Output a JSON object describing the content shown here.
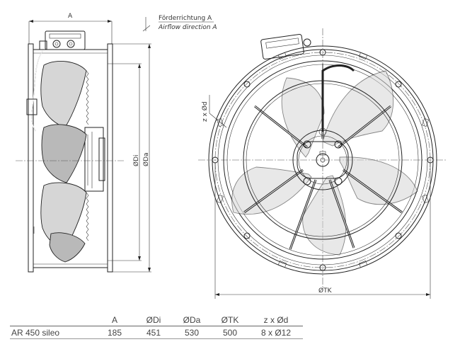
{
  "dimension_labels": {
    "width": "A",
    "inner_diameter": "ØDi",
    "outer_diameter": "ØDa",
    "bolt_circle": "ØTK",
    "holes": "z x Ød"
  },
  "airflow": {
    "german": "Förderrichtung A",
    "english": "Airflow direction A"
  },
  "table": {
    "headers": [
      "",
      "A",
      "ØDi",
      "ØDa",
      "ØTK",
      "z x Ød"
    ],
    "rows": [
      [
        "AR 450 sileo",
        "185",
        "451",
        "530",
        "500",
        "8 x Ø12"
      ]
    ]
  }
}
